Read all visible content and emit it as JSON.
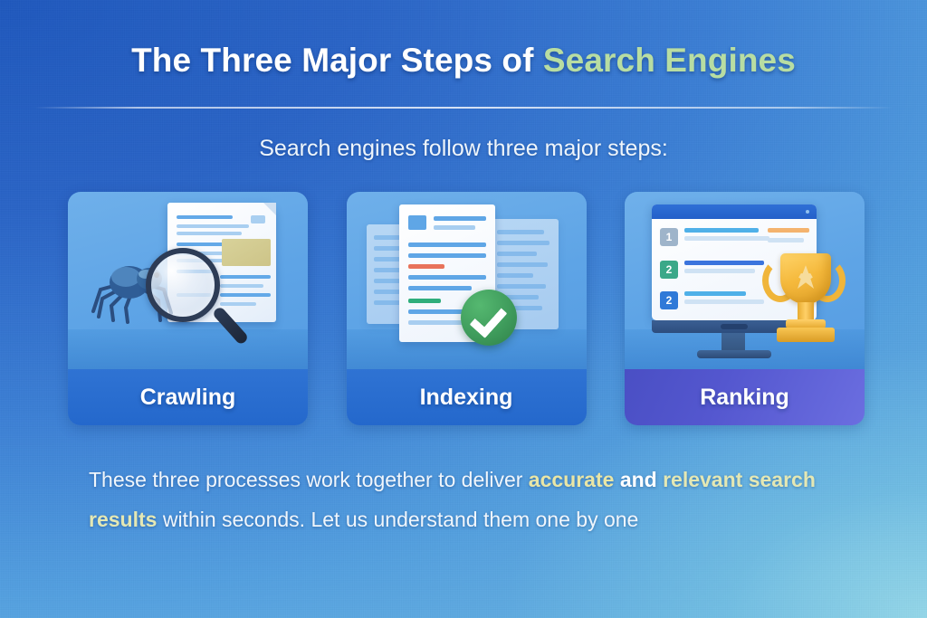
{
  "title": {
    "part1": "The Three Major Steps of ",
    "accent": "Search Engines",
    "accent_color": "#b8dda2"
  },
  "subtitle": "Search engines follow three major steps:",
  "cards": [
    {
      "label": "Crawling",
      "icon": "spider-magnifier-document-icon",
      "label_bar_color": "#2468cc"
    },
    {
      "label": "Indexing",
      "icon": "documents-checkmark-icon",
      "label_bar_color": "#2468cc"
    },
    {
      "label": "Ranking",
      "icon": "monitor-trophy-icon",
      "label_bar_color": "#5457cf",
      "rank_badges": [
        "1",
        "2",
        "2"
      ]
    }
  ],
  "footer": {
    "seg1": "These three processes work together to deliver ",
    "bold1": "accurate",
    "seg2": " ",
    "bold2": "and",
    "seg3": " ",
    "bold3": "relevant search results",
    "seg4": " within seconds. Let us understand them one by one"
  },
  "theme": {
    "background_top_left": "#1f58bd",
    "background_bottom_right": "#6ab6e4",
    "card_art_background": "#5ea4e6",
    "highlight_yellow": "#e9e6a6",
    "check_green": "#3f9c5c",
    "trophy_gold": "#f5b93c"
  }
}
